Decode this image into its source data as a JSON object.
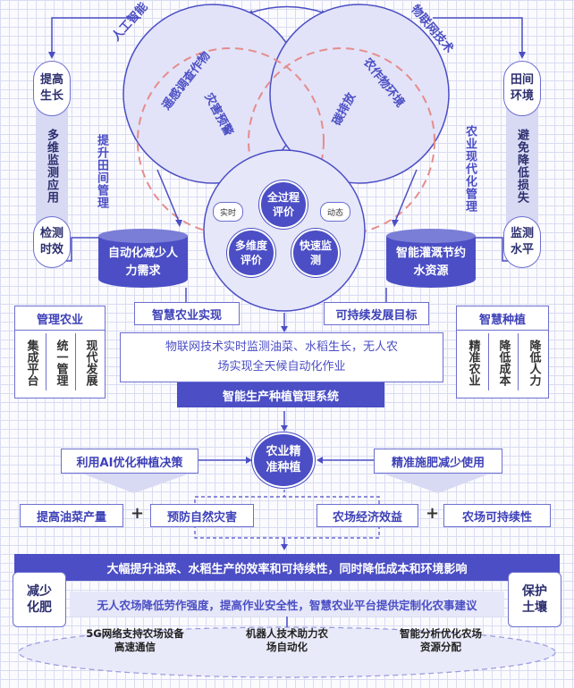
{
  "top_arrow_labels": {
    "left": "人工智能",
    "right": "物联网技术"
  },
  "venn": {
    "left_arc": "遥感调查作物",
    "left_inner": "灾害预警",
    "right_arc": "农作物环境",
    "right_inner": "碳排放",
    "center_title": "全过程评价",
    "center_left": "多维度评价",
    "center_right": "快速监测",
    "tag_left": "实时",
    "tag_right": "动态"
  },
  "left_side": {
    "top_pill": "提高生长",
    "column": "多维监测应用",
    "bottom_pill": "检测时效",
    "vertical_label": "提升田间管理"
  },
  "right_side": {
    "top_pill": "田间环境",
    "column": "避免降低损失",
    "bottom_pill": "监测水平",
    "vertical_label": "农业现代化管理"
  },
  "cylinders": {
    "left": "自动化减少人力需求",
    "right": "智能灌溉节约水资源"
  },
  "goal_labels": {
    "left": "智慧农业实现",
    "right": "可持续发展目标"
  },
  "left_card": {
    "title": "管理农业",
    "cols": [
      "集成平台",
      "统一管理",
      "现代发展"
    ]
  },
  "right_card": {
    "title": "智慧种植",
    "cols": [
      "精准农业",
      "降低成本",
      "降低人力"
    ]
  },
  "center_panel": {
    "text_line1": "物联网技术实时监测油菜、水稻生长，无人农",
    "text_line2": "场实现全天候自动化作业",
    "bar": "智能生产种植管理系统"
  },
  "hub": {
    "circle": "农业精准种植",
    "left_label": "利用AI优化种植决策",
    "right_label": "精准施肥减少使用"
  },
  "benefits": [
    "提高油菜产量",
    "预防自然灾害",
    "农场经济效益",
    "农场可持续性"
  ],
  "plus_sign": "+",
  "summary_bar": "大幅提升油菜、水稻生产的效率和可持续性，同时降低成本和环境影响",
  "bottom_sides": {
    "left": "减少化肥",
    "right": "保护土壤"
  },
  "bottom_text": "无人农场降低劳作强度，提高作业安全性，智慧农业平台提供定制化农事建议",
  "base_labels": [
    "5G网络支持农场设备高速通信",
    "机器人技术助力农场自动化",
    "智能分析优化农场资源分配"
  ],
  "colors": {
    "primary": "#4b4ec4",
    "light": "#d8d9f3",
    "accent_dash": "#e58c8c"
  }
}
